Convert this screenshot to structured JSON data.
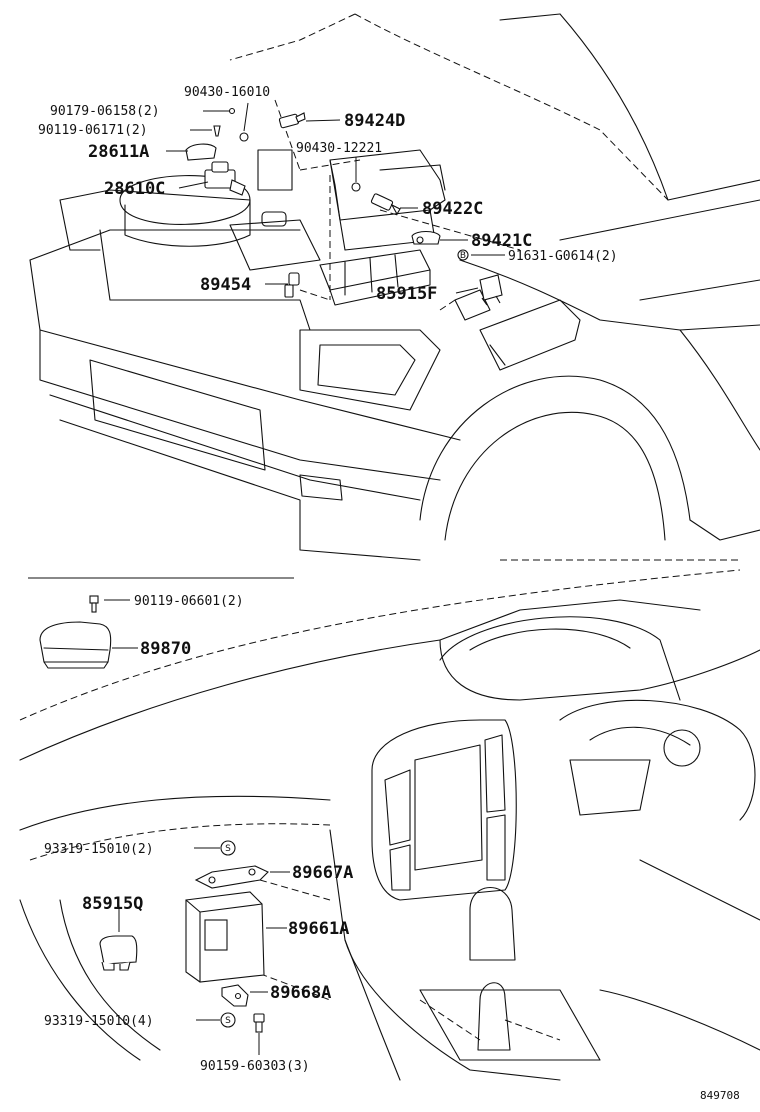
{
  "diagram": {
    "symbols": {
      "b": "B",
      "s": "S"
    },
    "reference": "849708",
    "callouts": {
      "p90430_16010": "90430-16010",
      "p90179_06158": "90179-06158(2)",
      "p90119_06171": "90119-06171(2)",
      "p89424D": "89424D",
      "p28611A": "28611A",
      "p90430_12221": "90430-12221",
      "p28610C": "28610C",
      "p89422C": "89422C",
      "p89421C": "89421C",
      "p91631_G0614": "91631-G0614(2)",
      "p89454": "89454",
      "p85915F": "85915F",
      "p90119_06601": "90119-06601(2)",
      "p89870": "89870",
      "p93319_15010_2": "93319-15010(2)",
      "p89667A": "89667A",
      "p85915Q": "85915Q",
      "p89661A": "89661A",
      "p89668A": "89668A",
      "p93319_15010_4": "93319-15010(4)",
      "p90159_60303": "90159-60303(3)"
    }
  }
}
